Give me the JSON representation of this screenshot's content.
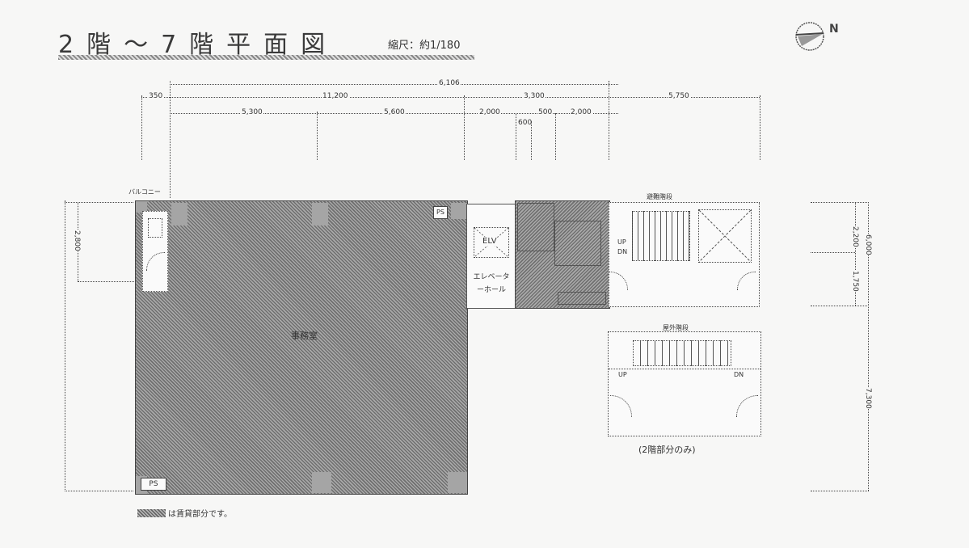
{
  "header": {
    "title": "2階～7階平面図",
    "scale_label": "縮尺：約1/180",
    "north_label": "N"
  },
  "dimensions": {
    "top": {
      "overall": "6,106",
      "row2_left": "350",
      "row2_mid": "11,200",
      "row2_right1": "3,300",
      "row2_right2": "5,750",
      "row3_a": "5,300",
      "row3_b": "5,600",
      "row3_c": "2,000",
      "row3_d": "500",
      "row3_e": "2,000",
      "sub": "600"
    },
    "left": {
      "upper": "2,800",
      "top_label": "バルコニー"
    },
    "right": {
      "upper": "2,200",
      "middle": "1,750",
      "combined": "6,000",
      "lower": "7,300"
    }
  },
  "rooms": {
    "office": "事務室",
    "ev": "ELV",
    "ev_hall": "エレベーターホール",
    "ps_top": "PS",
    "ps_bottom": "PS",
    "stair_core": {
      "title": "避難階段",
      "up": "UP",
      "dn": "DN"
    },
    "ext_stair": {
      "title": "屋外階段",
      "up": "UP",
      "dn": "DN",
      "note": "(2階部分のみ)"
    }
  },
  "legend": {
    "text": "は賃貸部分です。"
  },
  "colors": {
    "background": "#f7f7f6",
    "hatch_dark": "#6e6e6e",
    "hatch_light": "#a9a9a9",
    "column": "#a5a5a5",
    "line": "#444444"
  }
}
